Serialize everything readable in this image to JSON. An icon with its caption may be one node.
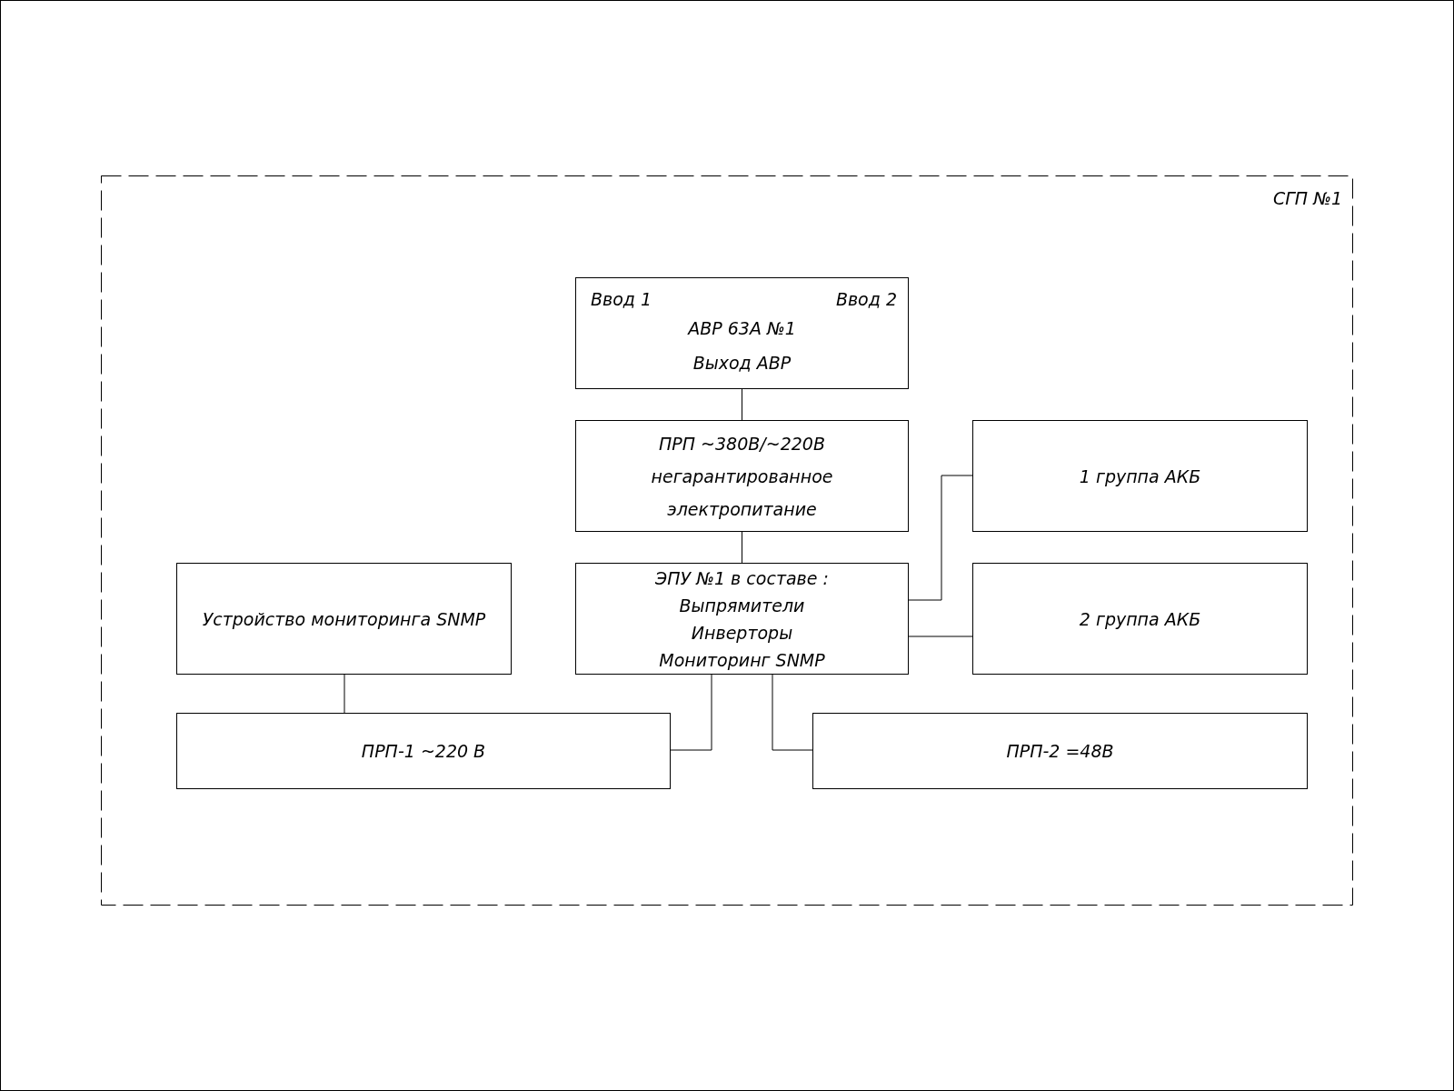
{
  "diagram": {
    "nodes": [
      {
        "text": [
          "СГП №1"
        ]
      },
      {
        "text": [
          "Ввод 1",
          "Ввод 2",
          "АВР 63А №1",
          "Выход АВР"
        ],
        "in": 0
      },
      {
        "text": [
          "ПРП ~380В/~220В негарантированное электропитание"
        ],
        "in": 0
      },
      {
        "text": [
          "1 группа АКБ"
        ],
        "in": 0
      },
      {
        "text": [
          "Устройство мониторинга SNMP"
        ],
        "in": 0
      },
      {
        "text": [
          "ЭПУ №1 в составе :",
          "Выпрямители",
          "Инверторы",
          "Мониторинг SNMP"
        ],
        "in": 0
      },
      {
        "text": [
          "2 группа АКБ"
        ],
        "in": 0
      },
      {
        "text": [
          "ПРП-1 ~220 В"
        ],
        "in": 0
      },
      {
        "text": [
          "ПРП-2 =48В"
        ],
        "in": 0
      }
    ],
    "edges": [
      {
        "from": 1,
        "to": 2,
        "arrow": "none"
      },
      {
        "from": 2,
        "to": 5,
        "arrow": "none"
      },
      {
        "from": 5,
        "to": 3,
        "arrow": "none"
      },
      {
        "from": 5,
        "to": 6,
        "arrow": "none"
      },
      {
        "from": 4,
        "to": 7,
        "arrow": "none"
      },
      {
        "from": 5,
        "to": 7,
        "arrow": "none"
      },
      {
        "from": 5,
        "to": 8,
        "arrow": "none"
      }
    ]
  }
}
